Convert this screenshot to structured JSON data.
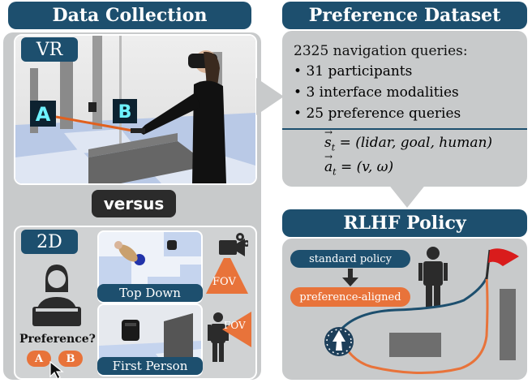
{
  "data_collection": {
    "title": "Data Collection",
    "vr_label": "VR",
    "versus_label": "versus",
    "twod_label": "2D",
    "top_down_label": "Top Down",
    "first_person_label": "First Person",
    "preference_question": "Preference?",
    "option_a": "A",
    "option_b": "B",
    "fov_top": "FOV",
    "fov_bottom": "FOV"
  },
  "preference_dataset": {
    "title": "Preference Dataset",
    "summary": "2325 navigation queries:",
    "bullets": [
      "31 participants",
      "3 interface modalities",
      "25 preference queries"
    ],
    "state_eq_lhs": "s",
    "state_eq_rhs": "= (lidar, goal, human)",
    "action_eq_lhs": "a",
    "action_eq_rhs": "= (v, ω)",
    "subscript": "t"
  },
  "rlhf_policy": {
    "title": "RLHF Policy",
    "standard_label": "standard policy",
    "aligned_label": "preference-aligned"
  },
  "colors": {
    "header_blue": "#1d4f6e",
    "panel_gray": "#cfd2d4",
    "accent_orange": "#e8733a",
    "flag_red": "#d91c1c"
  }
}
